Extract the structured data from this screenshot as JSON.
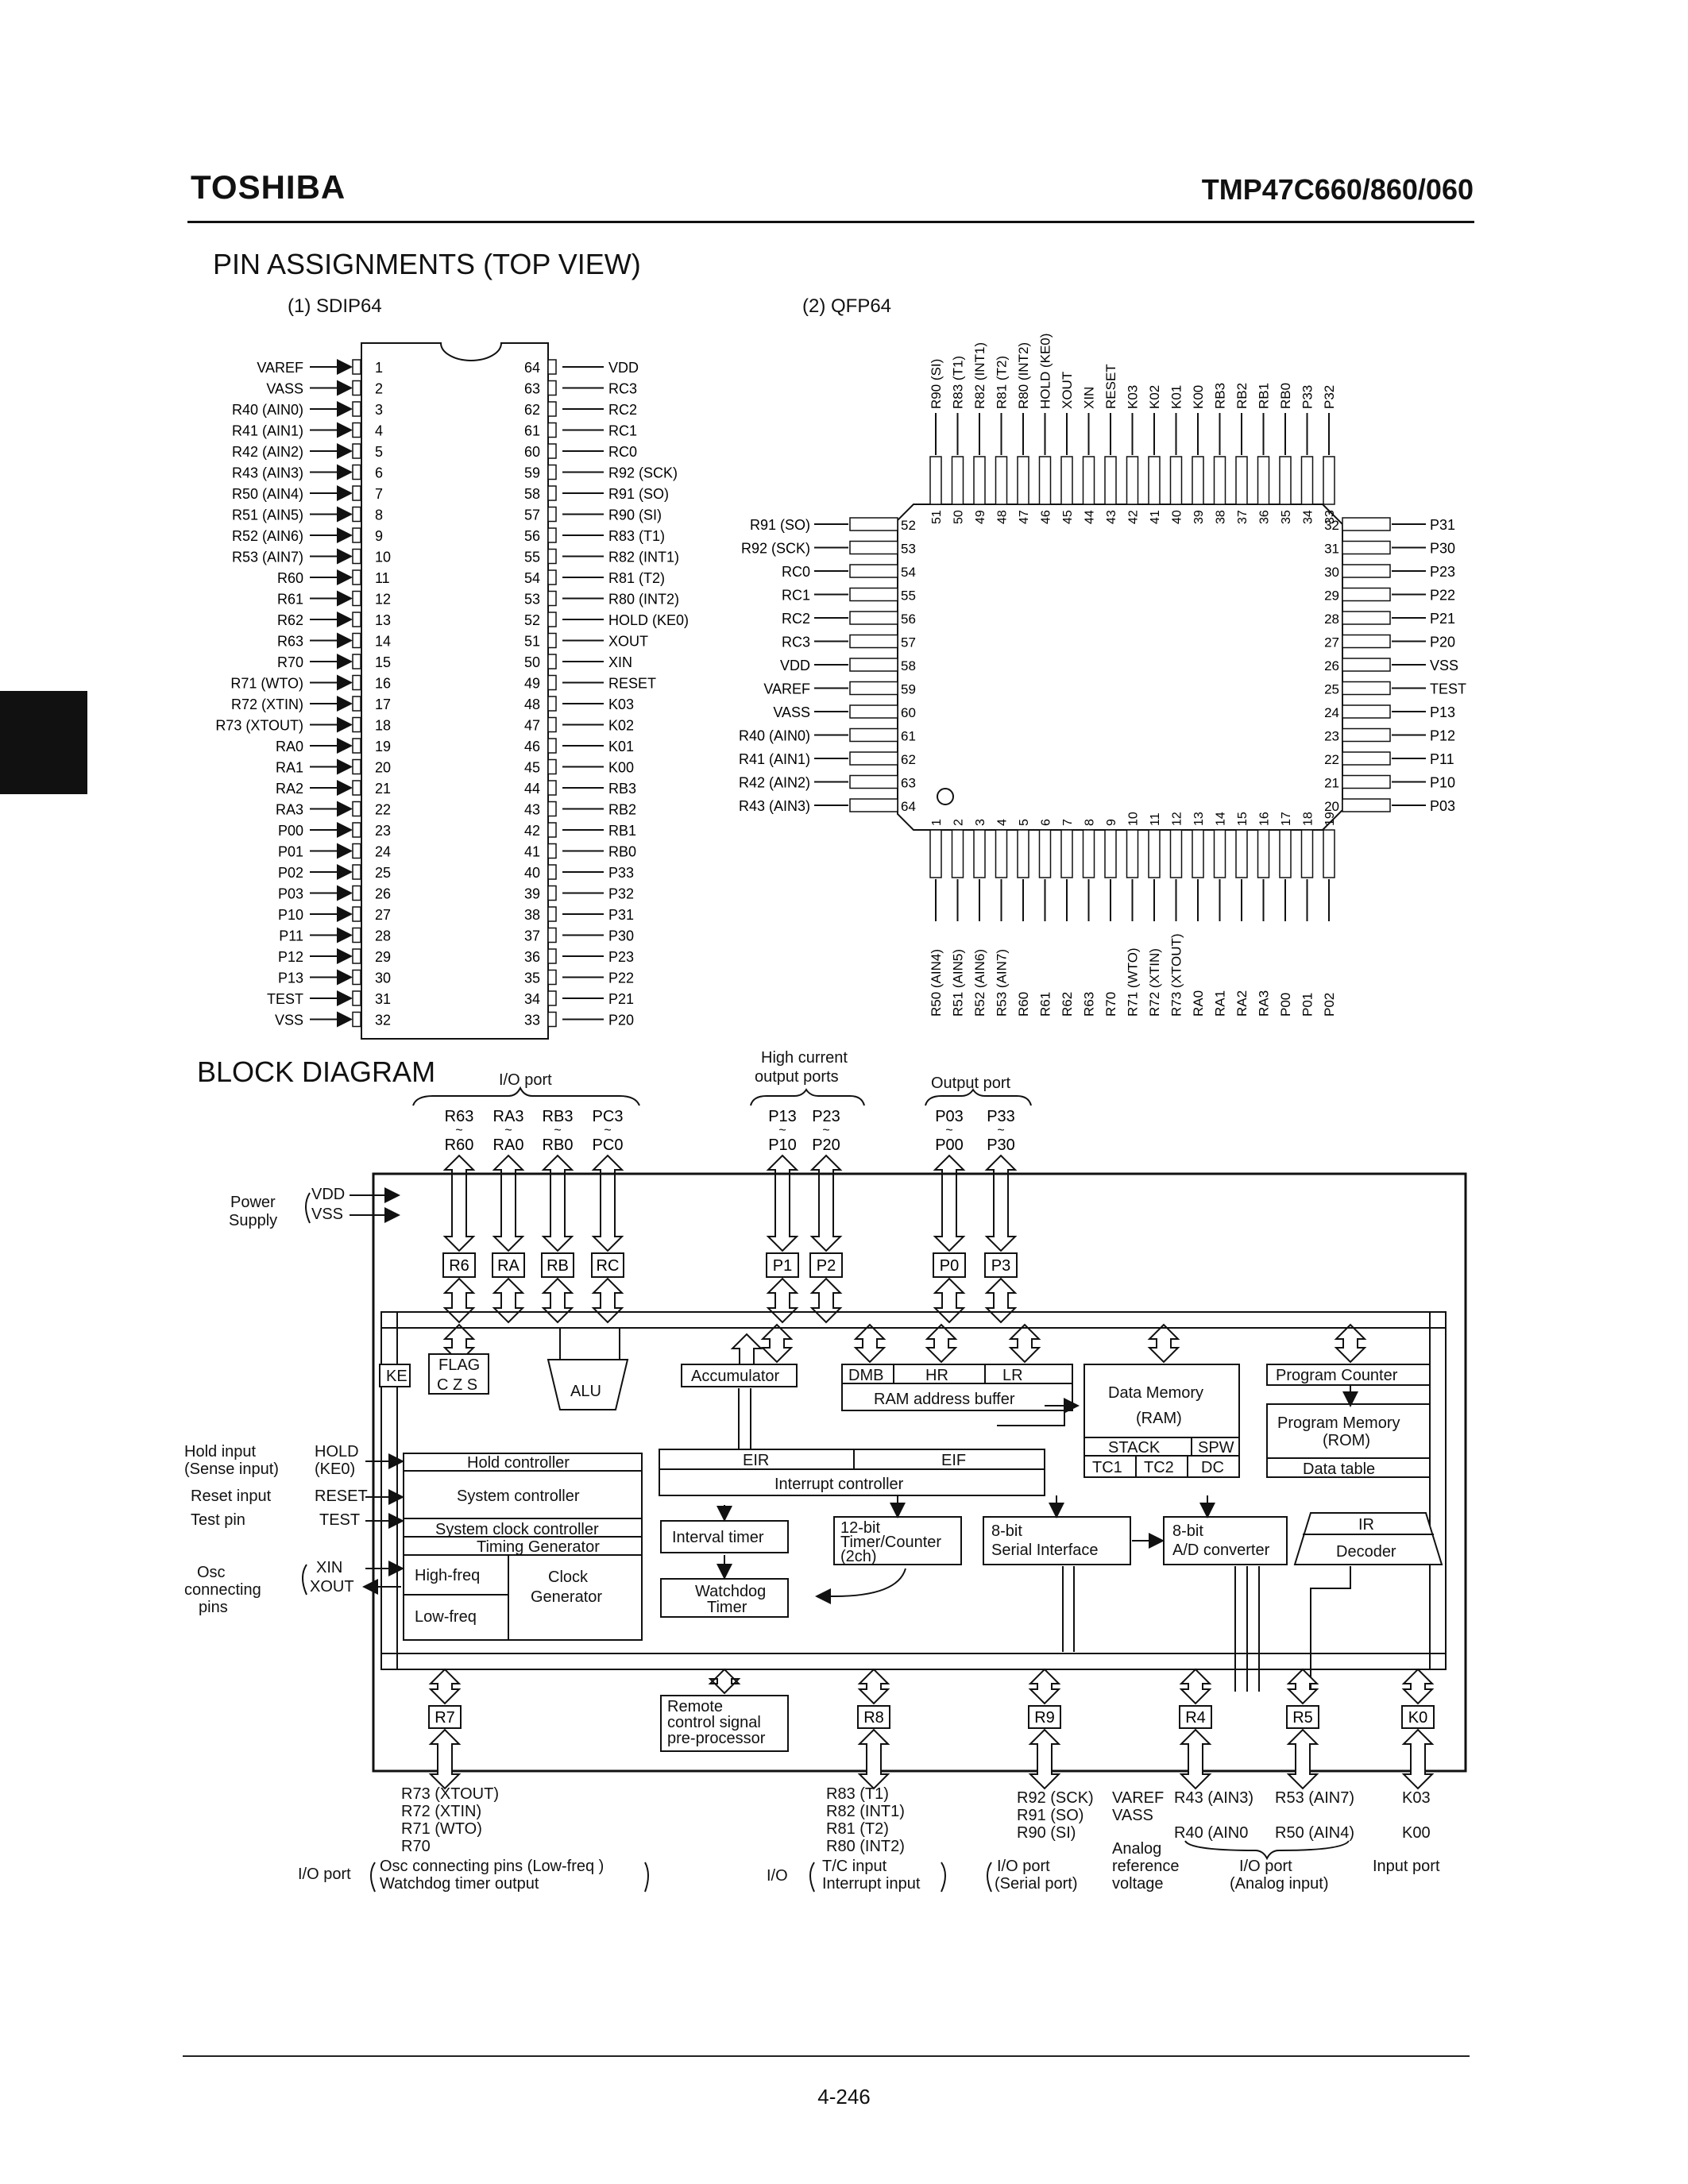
{
  "header": {
    "brand": "TOSHIBA",
    "part_number": "TMP47C660/860/060"
  },
  "pin_section": {
    "title": "PIN ASSIGNMENTS (TOP VIEW)",
    "sdip_label": "(1)  SDIP64",
    "qfp_label": "(2)  QFP64"
  },
  "sdip_left": [
    "VAREF",
    "VASS",
    "R40 (AIN0)",
    "R41 (AIN1)",
    "R42 (AIN2)",
    "R43 (AIN3)",
    "R50 (AIN4)",
    "R51 (AIN5)",
    "R52 (AIN6)",
    "R53 (AIN7)",
    "R60",
    "R61",
    "R62",
    "R63",
    "R70",
    "R71 (WTO)",
    "R72 (XTIN)",
    "R73 (XTOUT)",
    "RA0",
    "RA1",
    "RA2",
    "RA3",
    "P00",
    "P01",
    "P02",
    "P03",
    "P10",
    "P11",
    "P12",
    "P13",
    "TEST",
    "VSS"
  ],
  "sdip_right": [
    "VDD",
    "RC3",
    "RC2",
    "RC1",
    "RC0",
    "R92 (SCK)",
    "R91 (SO)",
    "R90 (SI)",
    "R83 (T1)",
    "R82 (INT1)",
    "R81 (T2)",
    "R80 (INT2)",
    "HOLD (KE0)",
    "XOUT",
    "XIN",
    "RESET",
    "K03",
    "K02",
    "K01",
    "K00",
    "RB3",
    "RB2",
    "RB1",
    "RB0",
    "P33",
    "P32",
    "P31",
    "P30",
    "P23",
    "P22",
    "P21",
    "P20"
  ],
  "qfp_left": [
    "R91 (SO)",
    "R92 (SCK)",
    "RC0",
    "RC1",
    "RC2",
    "RC3",
    "VDD",
    "VAREF",
    "VASS",
    "R40 (AIN0)",
    "R41 (AIN1)",
    "R42 (AIN2)",
    "R43 (AIN3)"
  ],
  "qfp_right": [
    "P31",
    "P30",
    "P23",
    "P22",
    "P21",
    "P20",
    "VSS",
    "TEST",
    "P13",
    "P12",
    "P11",
    "P10",
    "P03"
  ],
  "qfp_top": [
    "R90 (SI)",
    "R83 (T1)",
    "R82 (INT1)",
    "R81 (T2)",
    "R80 (INT2)",
    "HOLD (KE0)",
    "XOUT",
    "XIN",
    "RESET",
    "K03",
    "K02",
    "K01",
    "K00",
    "RB3",
    "RB2",
    "RB1",
    "RB0",
    "P33",
    "P32"
  ],
  "qfp_bottom": [
    "R50 (AIN4)",
    "R51 (AIN5)",
    "R52 (AIN6)",
    "R53 (AIN7)",
    "R60",
    "R61",
    "R62",
    "R63",
    "R70",
    "R71 (WTO)",
    "R72 (XTIN)",
    "R73 (XTOUT)",
    "RA0",
    "RA1",
    "RA2",
    "RA3",
    "P00",
    "P01",
    "P02"
  ],
  "block": {
    "title": "BLOCK DIAGRAM",
    "io_port": "I/O port",
    "high_current_1": "High current",
    "high_current_2": "output ports",
    "output_port": "Output port",
    "top_ports_hi": [
      "R63",
      "RA3",
      "RB3",
      "PC3",
      "P13",
      "P23",
      "P03",
      "P33"
    ],
    "top_ports_lo": [
      "R60",
      "RA0",
      "RB0",
      "PC0",
      "P10",
      "P20",
      "P00",
      "P30"
    ],
    "top_regs": [
      "R6",
      "RA",
      "RB",
      "RC",
      "P1",
      "P2",
      "P0",
      "P3"
    ],
    "power": "Power",
    "supply": "Supply",
    "vdd": "VDD",
    "vss": "VSS",
    "hold_input": "Hold input",
    "sense_input": "(Sense input)",
    "hold_pin": "HOLD",
    "ke0_pin": "(KE0)",
    "reset_input": "Reset input",
    "reset_pin": "RESET",
    "test_pin_label": "Test pin",
    "test_pin": "TEST",
    "osc": "Osc",
    "connecting": "connecting",
    "pins": "pins",
    "xin": "XIN",
    "xout": "XOUT",
    "ke": "KE",
    "flag": "FLAG",
    "czs": "C  Z  S",
    "alu": "ALU",
    "accumulator": "Accumulator",
    "dmb": "DMB",
    "hr": "HR",
    "lr": "LR",
    "ram_addr": "RAM address buffer",
    "data_memory": "Data Memory",
    "ram": "(RAM)",
    "stack": "STACK",
    "spw": "SPW",
    "tc1": "TC1",
    "tc2": "TC2",
    "dc": "DC",
    "program_counter": "Program Counter",
    "program_memory": "Program Memory",
    "rom": "(ROM)",
    "data_table": "Data table",
    "hold_controller": "Hold controller",
    "system_controller": "System controller",
    "sys_clock": "System clock controller",
    "timing_gen": "Timing Generator",
    "high_freq": "High-freq",
    "low_freq": "Low-freq",
    "clock": "Clock",
    "generator": "Generator",
    "eir": "EIR",
    "eif": "EIF",
    "interrupt_controller": "Interrupt controller",
    "interval_timer": "Interval timer",
    "watchdog": "Watchdog",
    "timer": "Timer",
    "tc_12bit": "12-bit",
    "timer_counter": "Timer/Counter",
    "ch2": "(2ch)",
    "sio_8bit": "8-bit",
    "serial_interface": "Serial Interface",
    "adc_8bit": "8-bit",
    "ad_converter": "A/D converter",
    "ir": "IR",
    "decoder": "Decoder",
    "remote1": "Remote",
    "remote2": "control signal",
    "remote3": "pre-processor",
    "bottom_regs": [
      "R7",
      "R8",
      "R9",
      "R4",
      "R5",
      "K0"
    ],
    "r7_pins": [
      "R73 (XTOUT)",
      "R72 (XTIN)",
      "R71 (WTO)",
      "R70"
    ],
    "r8_pins": [
      "R83 (T1)",
      "R82 (INT1)",
      "R81 (T2)",
      "R80 (INT2)"
    ],
    "r9_pins": [
      "R92 (SCK)",
      "R91 (SO)",
      "R90 (SI)"
    ],
    "varef": "VAREF",
    "vass": "VASS",
    "r43": "R43 (AIN3)",
    "r53": "R53 (AIN7)",
    "r40": "R40 (AIN0",
    "r50": "R50 (AIN4)",
    "k03": "K03",
    "k00": "K00",
    "io_port_left": "I/O port",
    "osc_pins_note": "Osc connecting pins (Low-freq )",
    "watchdog_out": "Watchdog timer output",
    "io_short": "I/O",
    "tc_input": "T/C input",
    "int_input": "Interrupt input",
    "serial_port_io": "I/O port",
    "serial_port": "(Serial port)",
    "analog": "Analog",
    "reference": "reference",
    "voltage": "voltage",
    "analog_io": "I/O port",
    "analog_input": "(Analog input)",
    "input_port": "Input port"
  },
  "footer": {
    "page": "4-246"
  }
}
